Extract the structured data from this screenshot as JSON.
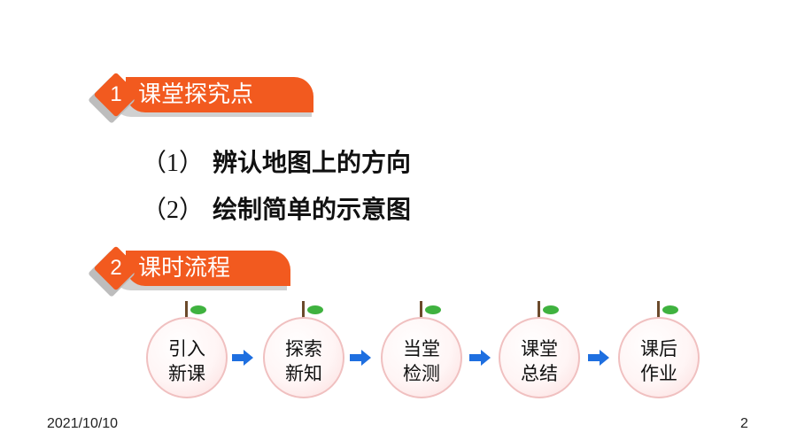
{
  "sections": [
    {
      "number": "1",
      "title": "课堂探究点"
    },
    {
      "number": "2",
      "title": "课时流程"
    }
  ],
  "points": [
    {
      "num": "（1）",
      "text": "辨认地图上的方向"
    },
    {
      "num": "（2）",
      "text": "绘制简单的示意图"
    }
  ],
  "steps": [
    {
      "line1": "引入",
      "line2": "新课"
    },
    {
      "line1": "探索",
      "line2": "新知"
    },
    {
      "line1": "当堂",
      "line2": "检测"
    },
    {
      "line1": "课堂",
      "line2": "总结"
    },
    {
      "line1": "课后",
      "line2": "作业"
    }
  ],
  "footer": {
    "date": "2021/10/10",
    "page": "2"
  },
  "colors": {
    "accent": "#f25a1f",
    "arrow": "#1e6fe0",
    "leaf": "#3fb23f"
  }
}
